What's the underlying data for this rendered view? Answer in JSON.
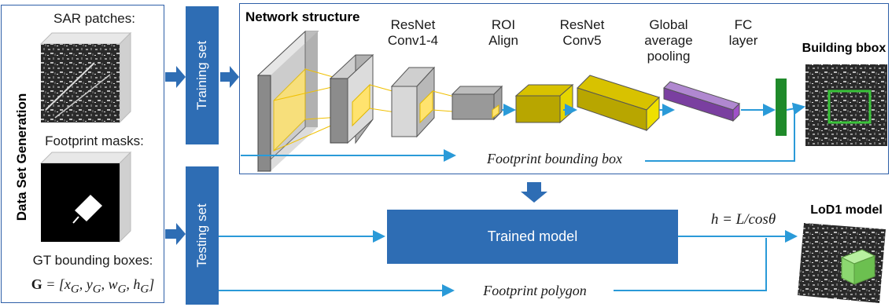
{
  "left_panel": {
    "vertical_title": "Data Set Generation",
    "sar_label": "SAR patches:",
    "mask_label": "Footprint masks:",
    "gt_label": "GT bounding boxes:",
    "gt_formula": "G = [x_G, y_G, w_G, h_G]"
  },
  "bars": {
    "training": "Training set",
    "testing": "Testing set"
  },
  "network": {
    "title": "Network structure",
    "stages": [
      {
        "line1": "ResNet",
        "line2": "Conv1-4"
      },
      {
        "line1": "ROI",
        "line2": "Align"
      },
      {
        "line1": "ResNet",
        "line2": "Conv5"
      },
      {
        "line1": "Global",
        "line2": "average",
        "line3": "pooling"
      },
      {
        "line1": "FC",
        "line2": "layer"
      }
    ],
    "footprint_bbox": "Footprint bounding box",
    "output_label": "Building bbox"
  },
  "bottom": {
    "trained_model": "Trained model",
    "formula": "h = L/cosθ",
    "footprint_polygon": "Footprint polygon",
    "lod_label": "LoD1 model"
  },
  "colors": {
    "blue": "#2e6db4",
    "line_blue": "#2a9ad8",
    "yellow": "#c6b400",
    "purple": "#7a3fa0",
    "green": "#1f8a2a"
  }
}
